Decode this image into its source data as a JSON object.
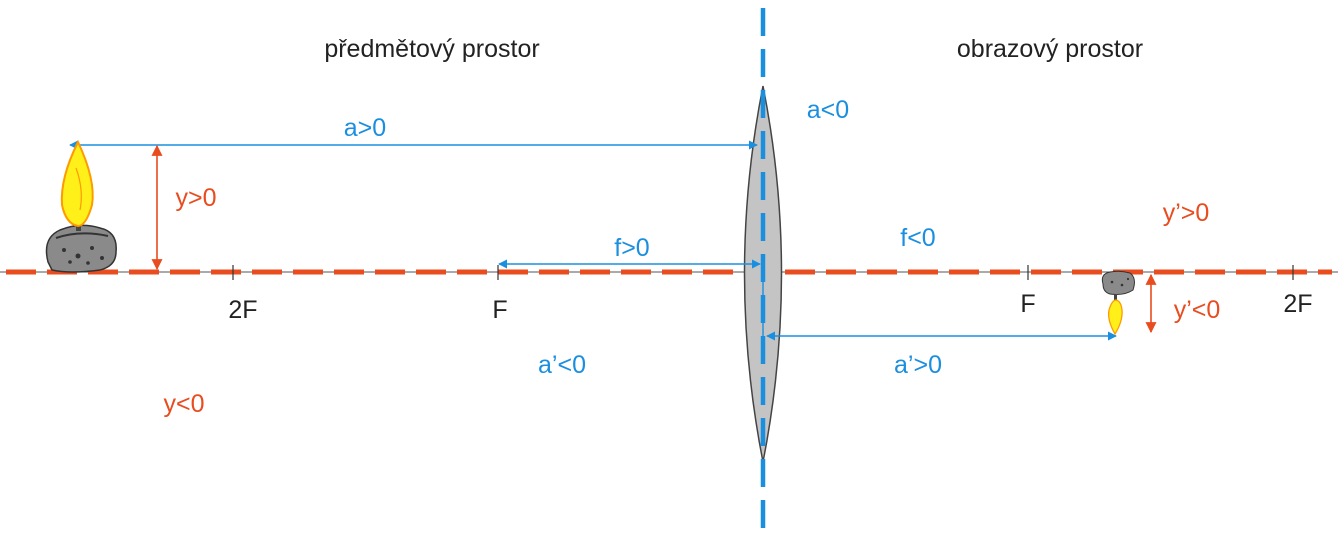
{
  "regions": {
    "object_space": "předmětový prostor",
    "image_space": "obrazový prostor"
  },
  "axis_marks": {
    "left_2f": "2F",
    "left_f": "F",
    "right_f": "F",
    "right_2f": "2F"
  },
  "sign_labels": {
    "a_pos": "a>0",
    "a_neg": "a<0",
    "f_pos": "f>0",
    "f_neg": "f<0",
    "y_pos": "y>0",
    "y_neg": "y<0",
    "y_img_pos": "y’>0",
    "y_img_neg": "y’<0",
    "a_img_neg": "a’<0",
    "a_img_pos": "a’>0"
  },
  "colors": {
    "blue": "#1a8fe0",
    "orange": "#e84c1f",
    "lens_fill": "#c4c4c4",
    "flame_yellow": "#fff01a",
    "flame_outer": "#ff9a00",
    "stone": "#8a8a8a",
    "text": "#222222"
  },
  "icons": {
    "object_candle": "candle-icon",
    "image_candle": "inverted-candle-icon",
    "lens": "converging-lens-icon"
  }
}
